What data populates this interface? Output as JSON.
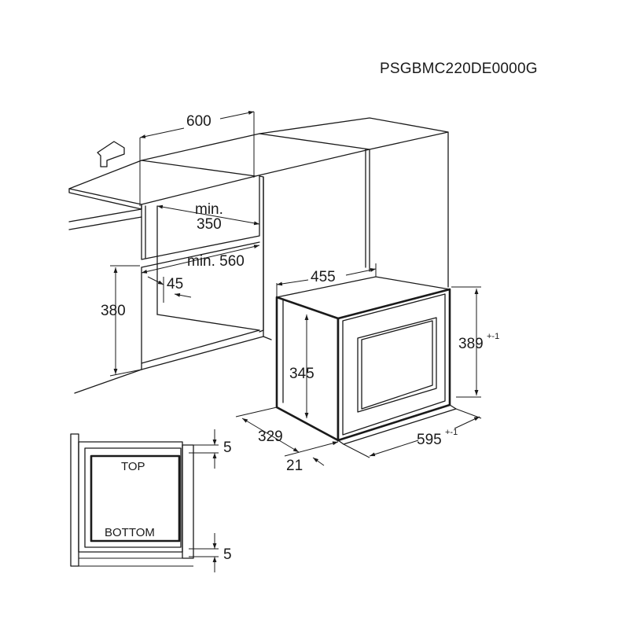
{
  "model_code": "PSGBMC220DE0000G",
  "niche": {
    "width": "600",
    "min_depth_label": "min.",
    "min_depth": "350",
    "min_depth2": "min. 560",
    "height": "380",
    "vent_gap": "45"
  },
  "appliance": {
    "depth": "455",
    "height": "389",
    "height_tol": "+-1",
    "body_height": "345",
    "body_depth": "329",
    "width": "595",
    "width_tol": "+-1",
    "front_thickness": "21"
  },
  "side_view": {
    "top_label": "TOP",
    "bottom_label": "BOTTOM",
    "gap_top": "5",
    "gap_bottom": "5"
  }
}
